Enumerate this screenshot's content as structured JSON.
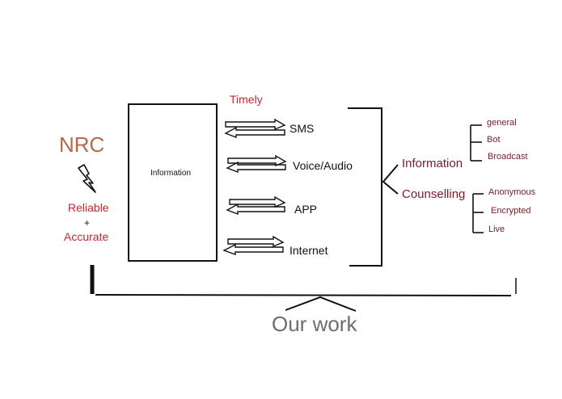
{
  "left": {
    "title": "NRC",
    "lightning_icon": "lightning-bolt-icon",
    "reliable": "Reliable",
    "plus": "+",
    "accurate": "Accurate"
  },
  "box": {
    "label": "Information"
  },
  "timely": "Timely",
  "channels": [
    "SMS",
    "Voice/Audio",
    "APP",
    "Internet"
  ],
  "branches": [
    "Information",
    "Counselling"
  ],
  "information_items": [
    "general",
    "Bot",
    "Broadcast"
  ],
  "counselling_items": [
    "Anonymous",
    "Encrypted",
    "Live"
  ],
  "footer": "Our work",
  "colors": {
    "nrc": "#b5684a",
    "accent_red": "#c0272d",
    "maroon": "#7a1b2a",
    "footer_gray": "#6d6d6d"
  }
}
